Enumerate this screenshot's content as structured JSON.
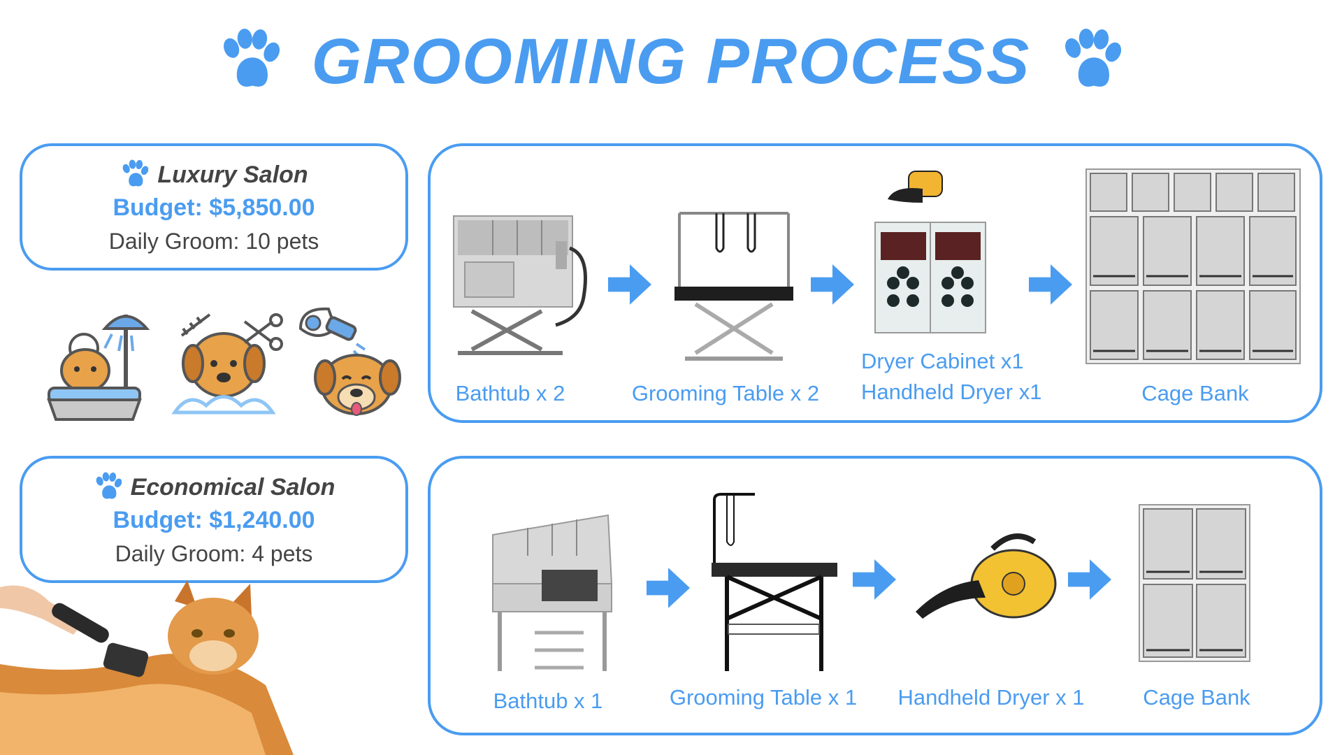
{
  "title": "GROOMING PROCESS",
  "luxury": {
    "name": "Luxury Salon",
    "budget": "Budget: $5,850.00",
    "daily": "Daily Groom: 10 pets",
    "steps": [
      {
        "label": "Bathtub x 2",
        "icon": "stainless-bathtub-lift"
      },
      {
        "label": "Grooming Table x 2",
        "icon": "electric-lift-grooming-table"
      },
      {
        "label_line1": "Dryer Cabinet x1",
        "label_line2": "Handheld Dryer x1",
        "icon": "dryer-cabinet-and-blower"
      },
      {
        "label": "Cage Bank",
        "icon": "large-cage-bank"
      }
    ]
  },
  "economical": {
    "name": "Economical Salon",
    "budget": "Budget: $1,240.00",
    "daily": "Daily Groom: 4 pets",
    "steps": [
      {
        "label": "Bathtub x 1",
        "icon": "stainless-bathtub-stairs"
      },
      {
        "label": "Grooming Table x 1",
        "icon": "folding-grooming-table"
      },
      {
        "label": "Handheld Dryer x 1",
        "icon": "handheld-dryer"
      },
      {
        "label": "Cage Bank",
        "icon": "small-cage-bank"
      }
    ]
  },
  "colors": {
    "accent": "#4a9cf0",
    "text": "#444444"
  }
}
